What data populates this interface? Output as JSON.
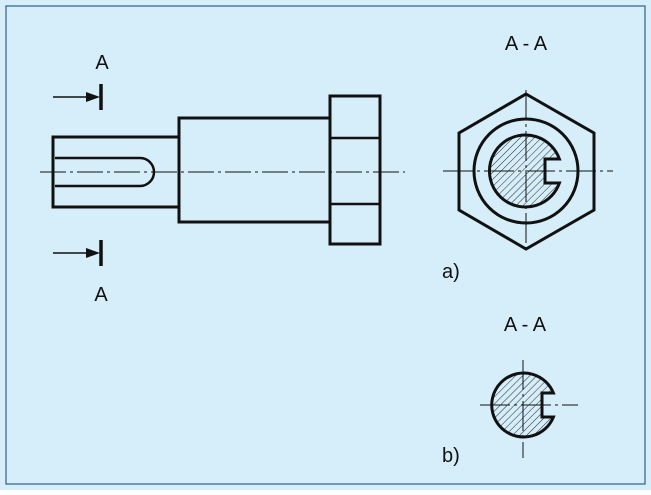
{
  "colors": {
    "background": "#d5eef9",
    "frame": "#2f5f8a",
    "line": "#111111",
    "section_fill": "#d5eef9"
  },
  "main_view": {
    "cut_label_top": "A",
    "cut_label_bottom": "A"
  },
  "section_a": {
    "title": "A - A",
    "caption": "a)"
  },
  "section_b": {
    "title": "A - A",
    "caption": "b)"
  }
}
